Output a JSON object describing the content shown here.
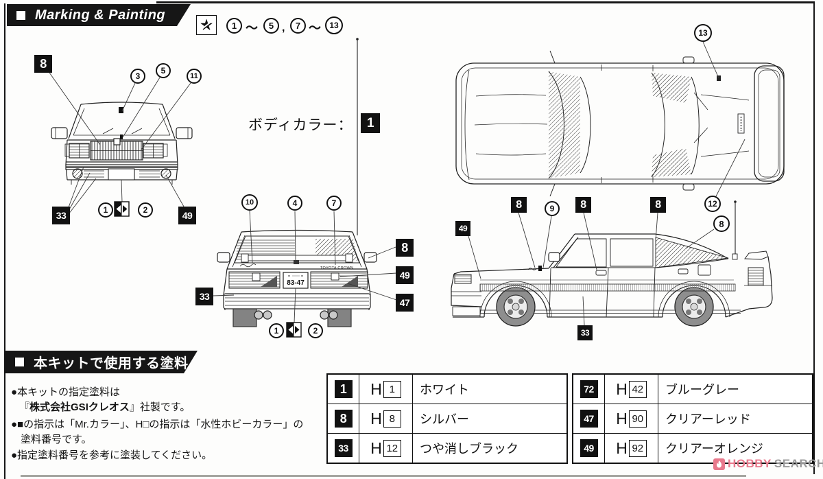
{
  "header": {
    "title": "Marking & Painting",
    "star": "★",
    "range": {
      "n1": "1",
      "t1": "～",
      "n2": "5",
      "comma": ",",
      "n3": "7",
      "t2": "～",
      "n4": "13"
    }
  },
  "body_color": {
    "label": "ボディカラー：",
    "code": "1"
  },
  "rear_view": {
    "plate": "83-47",
    "trunk_badge": "TOYOTA CROWN"
  },
  "callouts": {
    "front_sq8": "8",
    "front_c3": "3",
    "front_c5": "5",
    "front_c11": "11",
    "front_sq33": "33",
    "front_c1": "1",
    "front_c2": "2",
    "front_sq49": "49",
    "rear_c10": "10",
    "rear_c4": "4",
    "rear_c7": "7",
    "rear_sq8": "8",
    "rear_sq49": "49",
    "rear_sq47": "47",
    "rear_sq33": "33",
    "rear_c1": "1",
    "rear_c2": "2",
    "top_c13": "13",
    "top_c12": "12",
    "side_sq49": "49",
    "side_sq8a": "8",
    "side_c9": "9",
    "side_sq8b": "8",
    "side_sq8c": "8",
    "side_c8": "8",
    "side_sq33": "33"
  },
  "paint_section": {
    "title": "本キットで使用する塗料",
    "h_prefix": "H",
    "notes": {
      "l1": "●本キットの指定塗料は",
      "l2_pre": "『",
      "l2_bold": "株式会社GSIクレオス",
      "l2_post": "』社製です。",
      "l3": "●■の指示は「Mr.カラー」、H□の指示は「水性ホビーカラー」の",
      "l4": "塗料番号です。",
      "l5": "●指定塗料番号を参考に塗装してください。"
    },
    "table_left": [
      {
        "code": "1",
        "hnum": "1",
        "name": "ホワイト"
      },
      {
        "code": "8",
        "hnum": "8",
        "name": "シルバー"
      },
      {
        "code": "33",
        "hnum": "12",
        "name": "つや消しブラック"
      }
    ],
    "table_right": [
      {
        "code": "72",
        "hnum": "42",
        "name": "ブルーグレー"
      },
      {
        "code": "47",
        "hnum": "90",
        "name": "クリアーレッド"
      },
      {
        "code": "49",
        "hnum": "92",
        "name": "クリアーオレンジ"
      }
    ]
  },
  "watermark": {
    "brand": "HOBBY",
    "suffix": "SEARCH"
  }
}
